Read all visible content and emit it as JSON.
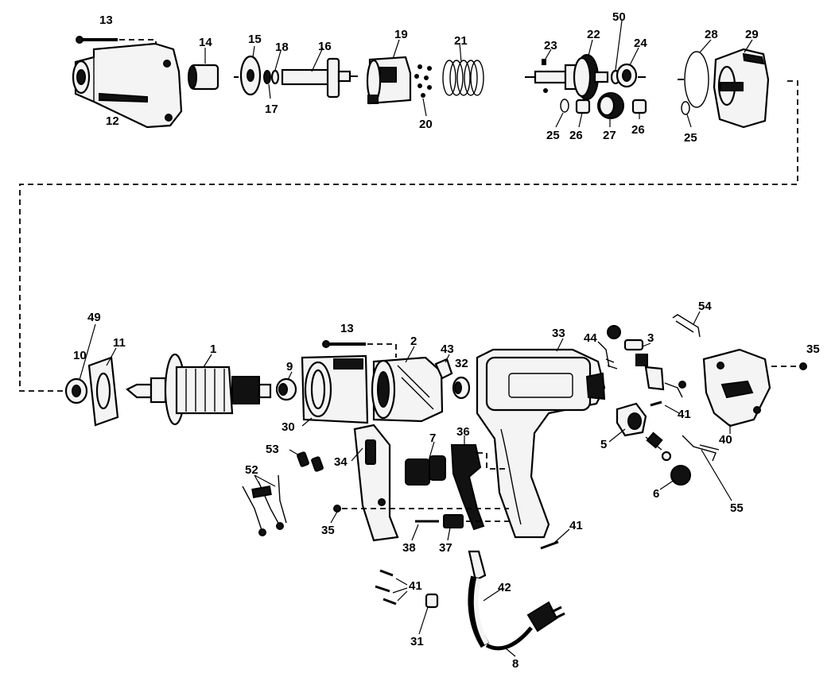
{
  "labels": {
    "p13a": "13",
    "p12": "12",
    "p14": "14",
    "p15": "15",
    "p18": "18",
    "p17": "17",
    "p16": "16",
    "p19": "19",
    "p20": "20",
    "p21": "21",
    "p23": "23",
    "p22": "22",
    "p50": "50",
    "p24": "24",
    "p25a": "25",
    "p26a": "26",
    "p27": "27",
    "p26b": "26",
    "p28": "28",
    "p29": "29",
    "p25b": "25",
    "p49": "49",
    "p10": "10",
    "p11": "11",
    "p1": "1",
    "p9": "9",
    "p13b": "13",
    "p2": "2",
    "p43": "43",
    "p32": "32",
    "p30": "30",
    "p33": "33",
    "p44": "44",
    "p3": "3",
    "p54": "54",
    "p35a": "35",
    "p41a": "41",
    "p40": "40",
    "p5": "5",
    "p6": "6",
    "p55": "55",
    "p7": "7",
    "p36": "36",
    "p34": "34",
    "p53": "53",
    "p52": "52",
    "p35b": "35",
    "p38": "38",
    "p37": "37",
    "p41b": "41",
    "p41c": "41",
    "p42": "42",
    "p31": "31",
    "p8": "8"
  }
}
